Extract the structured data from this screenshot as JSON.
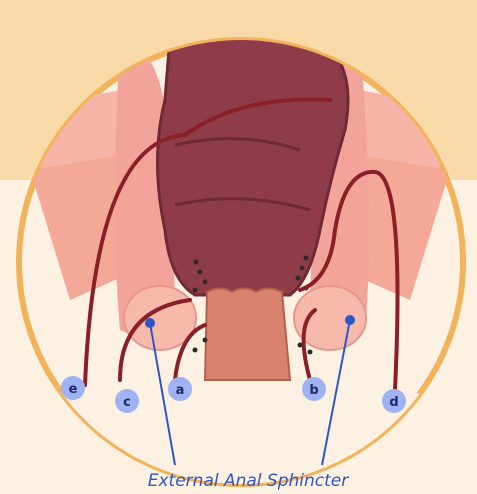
{
  "diagram": {
    "markers": [
      {
        "id": "a",
        "label": "a"
      },
      {
        "id": "b",
        "label": "b"
      },
      {
        "id": "c",
        "label": "c"
      },
      {
        "id": "d",
        "label": "d"
      },
      {
        "id": "e",
        "label": "e"
      }
    ],
    "caption": "External Anal Sphincter"
  },
  "colors": {
    "bg_top": "#f8d9a8",
    "bg_bottom": "#fdf2e2",
    "circle_border": "#f3b35a",
    "muscle": "#f2a99c",
    "rectum": "#8e3c4a",
    "anal_canal": "#d9836f",
    "fistula_line": "#8a1f28",
    "marker_fill": "#9fb3f3",
    "caption": "#2f55c8"
  }
}
